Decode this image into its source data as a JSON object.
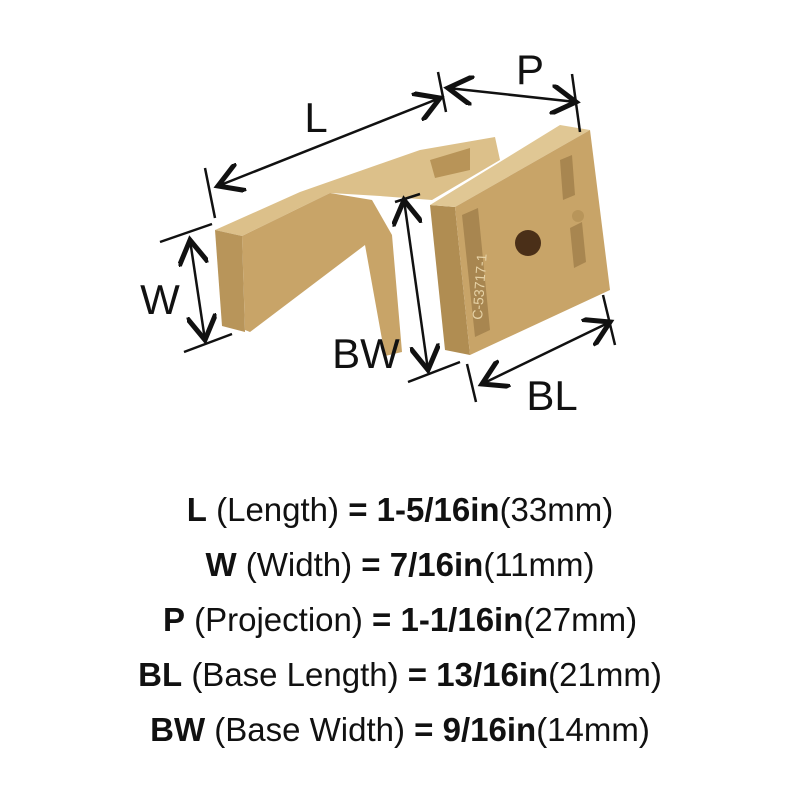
{
  "diagram": {
    "labels": {
      "L": "L",
      "P": "P",
      "W": "W",
      "BW": "BW",
      "BL": "BL"
    },
    "engraving": "C-53717-1",
    "colors": {
      "metal": "#c8a468",
      "metal_light": "#dcc08a",
      "metal_dark": "#a7834c",
      "lines": "#111111"
    }
  },
  "specs": [
    {
      "abbr": "L",
      "name": "(Length)",
      "eq": "=",
      "imperial": "1-5/16in",
      "metric": "(33mm)"
    },
    {
      "abbr": "W",
      "name": "(Width)",
      "eq": "=",
      "imperial": "7/16in",
      "metric": "(11mm)"
    },
    {
      "abbr": "P",
      "name": "(Projection)",
      "eq": "=",
      "imperial": "1-1/16in",
      "metric": "(27mm)"
    },
    {
      "abbr": "BL",
      "name": "(Base Length)",
      "eq": "=",
      "imperial": "13/16in",
      "metric": "(21mm)"
    },
    {
      "abbr": "BW",
      "name": "(Base Width)",
      "eq": "=",
      "imperial": "9/16in",
      "metric": "(14mm)"
    }
  ]
}
